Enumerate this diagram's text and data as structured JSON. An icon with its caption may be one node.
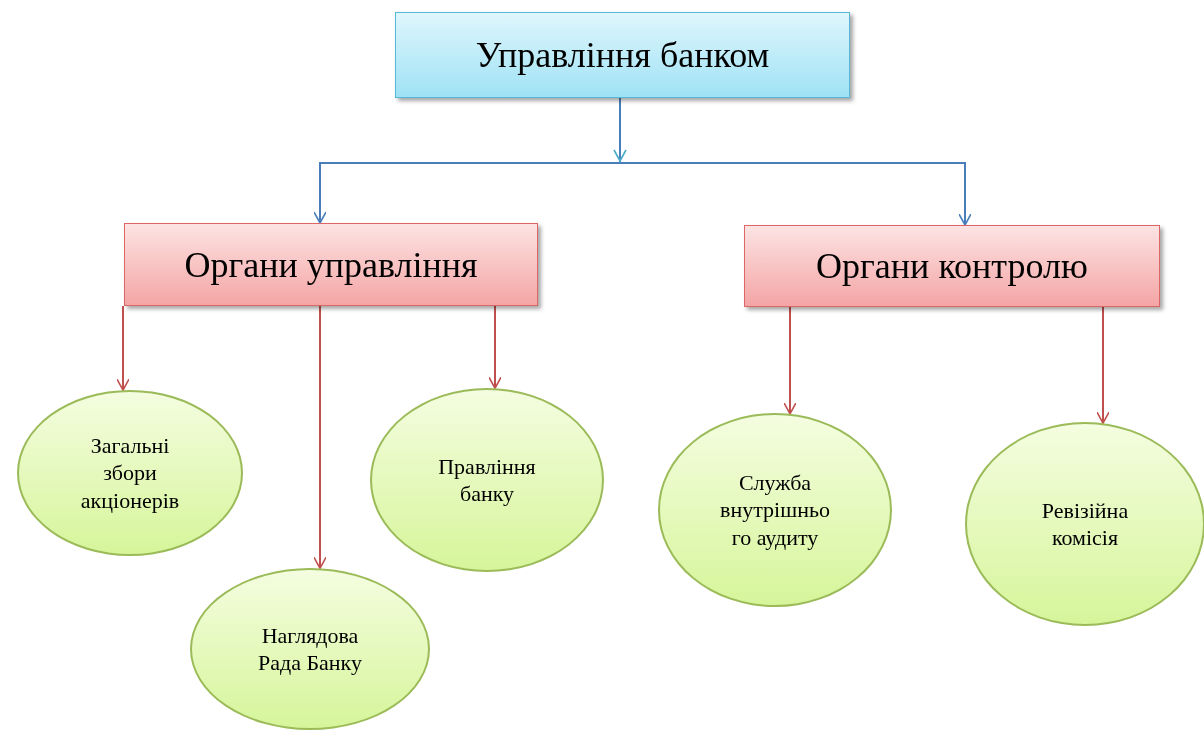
{
  "diagram": {
    "nodes": [
      {
        "text": [
          "Управління банком"
        ]
      },
      {
        "text": [
          "Органи управління"
        ]
      },
      {
        "text": [
          "Органи контролю"
        ]
      },
      {
        "text": [
          "Загальні збори акціонерів"
        ]
      },
      {
        "text": [
          "Наглядова Рада Банку"
        ]
      },
      {
        "text": [
          "Правління банку"
        ]
      },
      {
        "text": [
          "Служба внутрішньо го аудиту"
        ]
      },
      {
        "text": [
          "Ревізійна комісія"
        ]
      }
    ],
    "edges": [
      {
        "from": 0,
        "to": 1,
        "arrow": "to",
        "color": "#4a7ebb"
      },
      {
        "from": 0,
        "to": 2,
        "arrow": "to",
        "color": "#4a7ebb"
      },
      {
        "from": 1,
        "to": 3,
        "arrow": "to"
      },
      {
        "from": 1,
        "to": 4,
        "arrow": "to"
      },
      {
        "from": 1,
        "to": 5,
        "arrow": "to"
      },
      {
        "from": 2,
        "to": 6,
        "arrow": "to"
      },
      {
        "from": 2,
        "to": 7,
        "arrow": "to"
      }
    ]
  }
}
